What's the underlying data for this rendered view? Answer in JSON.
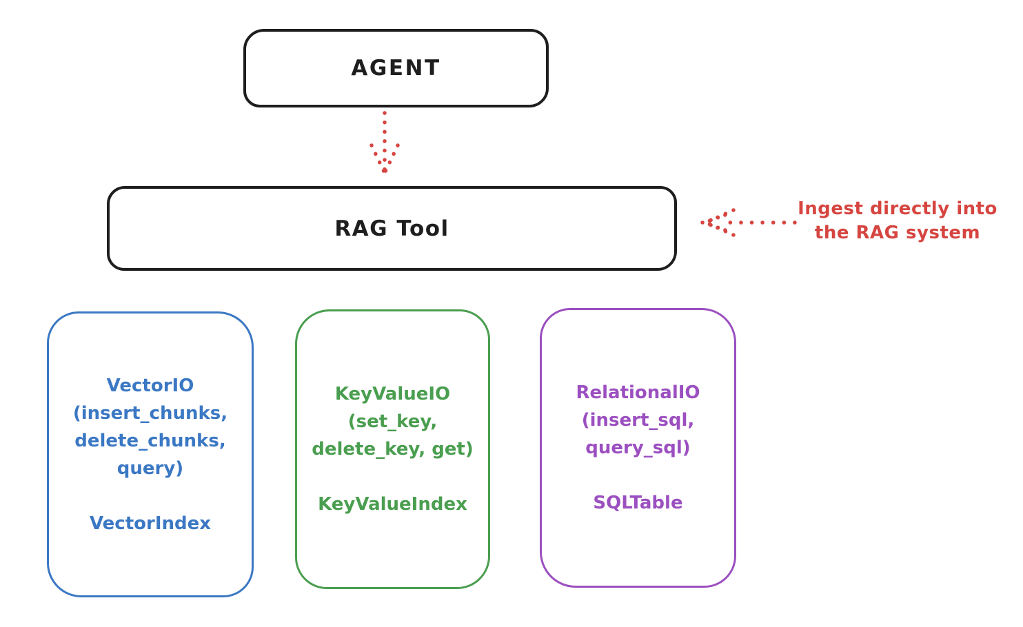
{
  "agent_box": {
    "label": "AGENT",
    "stroke": "#1e1e1e"
  },
  "rag_tool_box": {
    "label": "RAG Tool",
    "stroke": "#1e1e1e"
  },
  "ingest_annotation": {
    "lines": [
      "Ingest directly into",
      "the RAG system"
    ],
    "color": "#d64540"
  },
  "arrows": {
    "agent_to_rag": {
      "style": "dotted",
      "direction": "down",
      "color": "#d64540"
    },
    "ingest_to_rag": {
      "style": "dotted",
      "direction": "left",
      "color": "#d64540"
    }
  },
  "store_boxes": [
    {
      "name": "vector-io",
      "color": "#3b78c4",
      "io_lines": [
        "VectorIO",
        "(insert_chunks,",
        "delete_chunks,",
        "query)"
      ],
      "index_label": "VectorIndex"
    },
    {
      "name": "keyvalue-io",
      "color": "#4a9e4f",
      "io_lines": [
        "KeyValueIO",
        "(set_key,",
        "delete_key, get)"
      ],
      "index_label": "KeyValueIndex"
    },
    {
      "name": "relational-io",
      "color": "#9b4fc0",
      "io_lines": [
        "RelationalIO",
        "(insert_sql,",
        "query_sql)"
      ],
      "index_label": "SQLTable"
    }
  ]
}
